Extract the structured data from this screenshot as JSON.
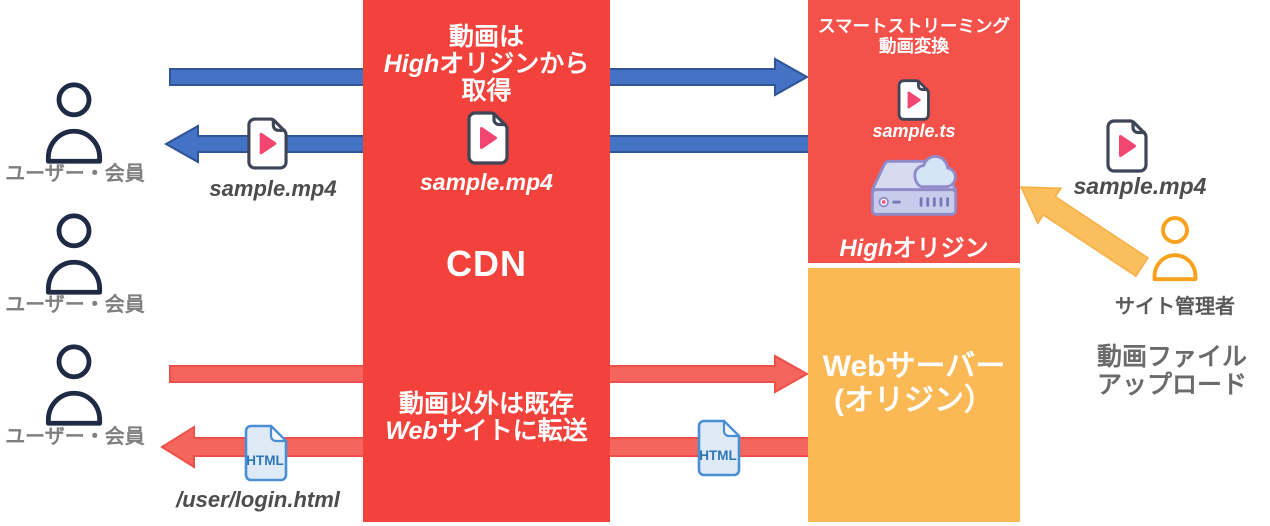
{
  "colors": {
    "cdn_red": "#F2423B",
    "smart_red": "#F4514A",
    "web_orange": "#FBB955",
    "arrow_blue": "#4472C4",
    "arrow_blue_border": "#2F5597",
    "arrow_red": "#F4655D",
    "arrow_red_border": "#ED5049",
    "upload_orange": "#FBBE5C",
    "user_navy": "#1F2A44",
    "admin_orange": "#F9A11C",
    "play_pink": "#F2456F",
    "html_blue": "#2E75B6"
  },
  "users": {
    "label": "ユーザー・会員"
  },
  "flows": {
    "mp4_label_left": "sample.mp4",
    "login_label": "/user/login.html",
    "html_badge": "HTML"
  },
  "cdn": {
    "note_top_1": "動画は",
    "note_top_2_en": "High",
    "note_top_2_jp": "オリジンから",
    "note_top_3": "取得",
    "file_label": "sample.mp4",
    "title": "CDN",
    "note_bottom_1": "動画以外は既存",
    "note_bottom_2_en": "Web",
    "note_bottom_2_jp": "サイトに転送"
  },
  "smart": {
    "title_1": "スマートストリーミング",
    "title_2": "動画変換",
    "file_label": "sample.ts",
    "origin_en": "High",
    "origin_jp": "オリジン"
  },
  "web_server": {
    "line1": "Webサーバー",
    "line2": "(オリジン）"
  },
  "admin": {
    "file_label": "sample.mp4",
    "name": "サイト管理者",
    "action_1": "動画ファイル",
    "action_2": "アップロード"
  }
}
